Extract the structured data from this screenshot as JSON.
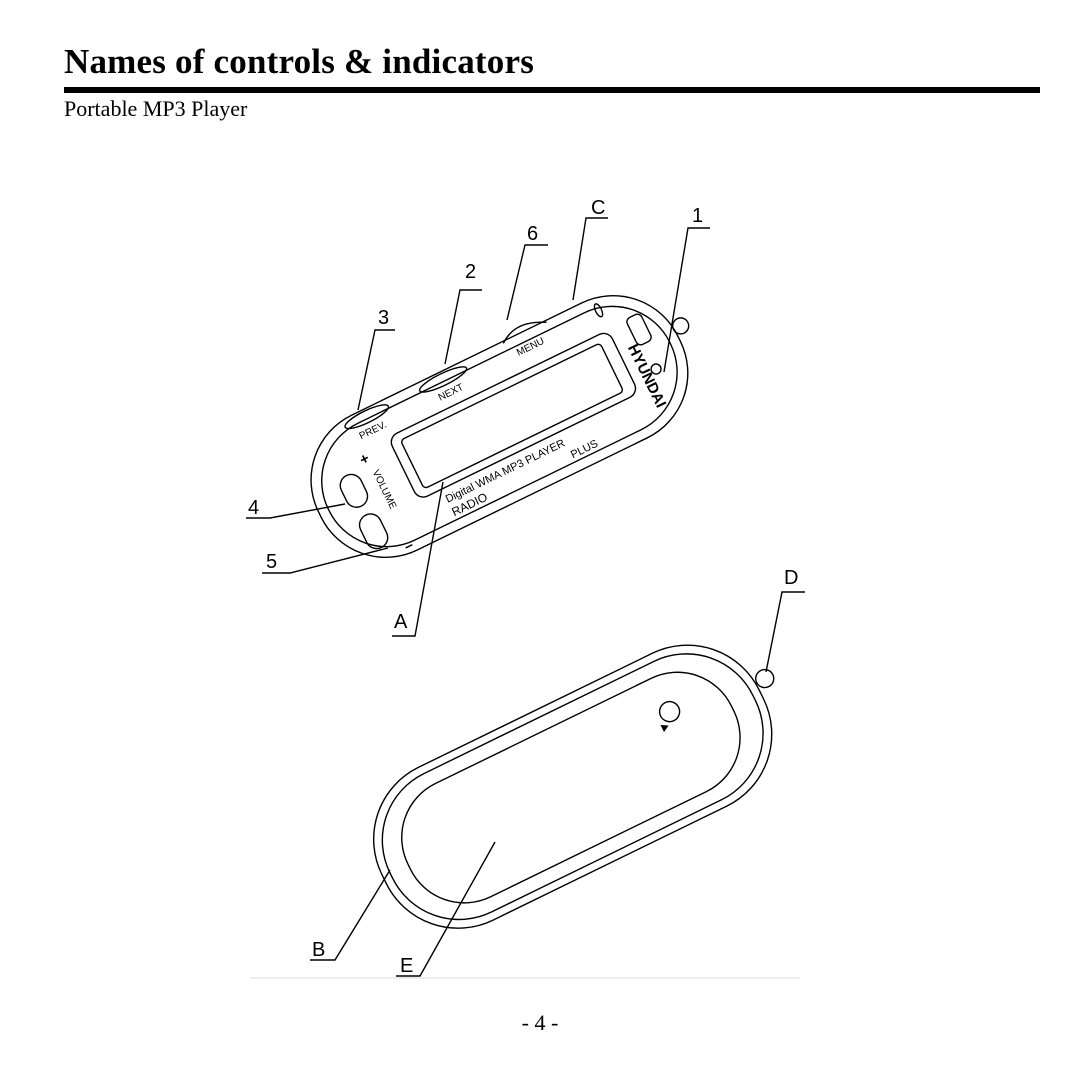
{
  "header": {
    "title": "Names of controls & indicators",
    "subtitle": "Portable MP3 Player"
  },
  "device_text": {
    "brand": "HYUNDAI",
    "prev": "PREV.",
    "next": "NEXT",
    "menu": "MENU",
    "volume": "VOLUME",
    "plus": "+",
    "minus": "–",
    "line1": "Digital  WMA MP3 PLAYER",
    "radio": "RADIO",
    "plus_model": "PLUS"
  },
  "callouts": {
    "c1": "1",
    "c2": "2",
    "c3": "3",
    "c4": "4",
    "c5": "5",
    "c6": "6",
    "cA": "A",
    "cB": "B",
    "cC": "C",
    "cD": "D",
    "cE": "E"
  },
  "footer": {
    "page_number": "- 4 -"
  }
}
